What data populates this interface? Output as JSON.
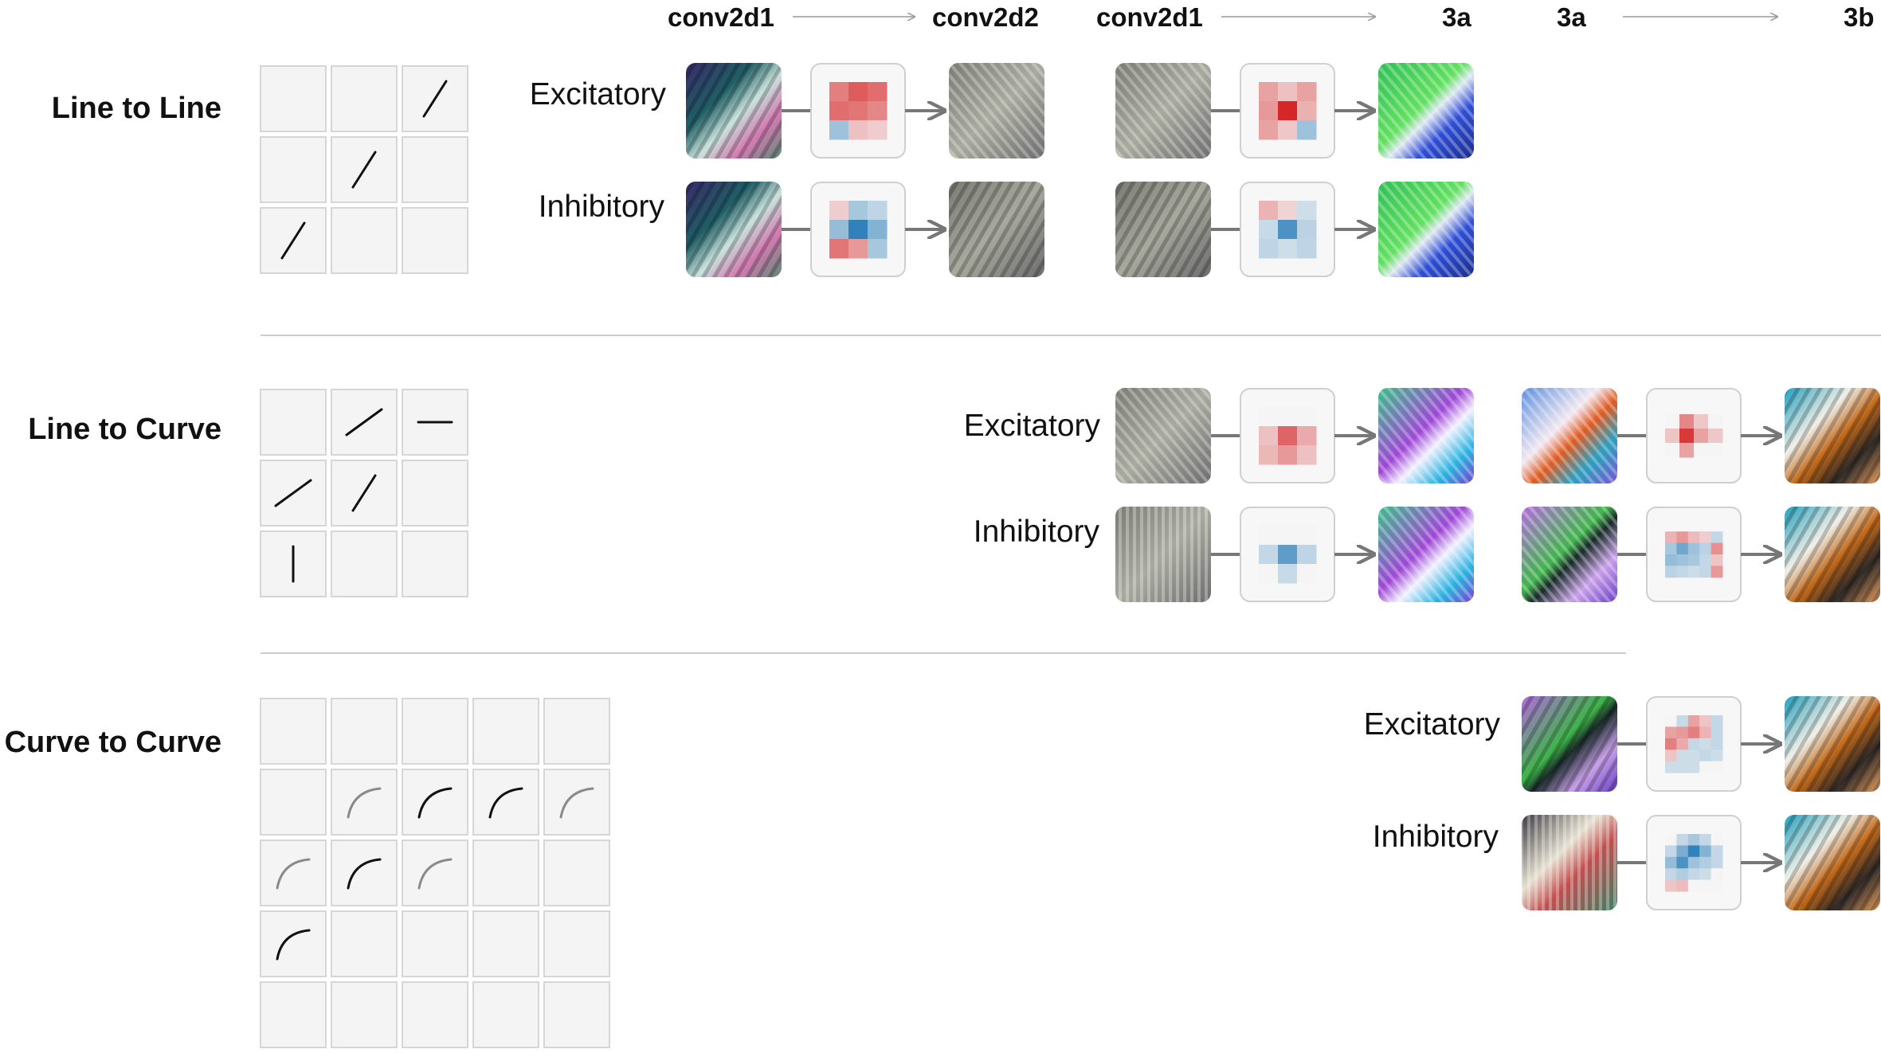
{
  "column_headers": [
    {
      "from": "conv2d1",
      "to": "conv2d2"
    },
    {
      "from": "conv2d1",
      "to": "3a"
    },
    {
      "from": "3a",
      "to": "3b"
    }
  ],
  "sections": [
    {
      "title": "Line to Line",
      "grid": {
        "rows": 3,
        "cols": 3,
        "cells": [
          {
            "r": 0,
            "c": 2,
            "kind": "line",
            "angle": "diag",
            "tone": "dark"
          },
          {
            "r": 1,
            "c": 1,
            "kind": "line",
            "angle": "diag",
            "tone": "dark"
          },
          {
            "r": 2,
            "c": 0,
            "kind": "line",
            "angle": "diag",
            "tone": "dark"
          }
        ]
      }
    },
    {
      "title": "Line to Curve",
      "grid": {
        "rows": 3,
        "cols": 3,
        "cells": [
          {
            "r": 0,
            "c": 1,
            "kind": "line",
            "angle": "diag-shallow",
            "tone": "dark"
          },
          {
            "r": 0,
            "c": 2,
            "kind": "line",
            "angle": "horizontal",
            "tone": "dark"
          },
          {
            "r": 1,
            "c": 0,
            "kind": "line",
            "angle": "diag-shallow",
            "tone": "dark"
          },
          {
            "r": 1,
            "c": 1,
            "kind": "line",
            "angle": "diag",
            "tone": "dark"
          },
          {
            "r": 2,
            "c": 0,
            "kind": "line",
            "angle": "vertical",
            "tone": "dark"
          }
        ]
      }
    },
    {
      "title": "Curve to Curve",
      "grid": {
        "rows": 5,
        "cols": 5,
        "cells": [
          {
            "r": 1,
            "c": 1,
            "kind": "curve",
            "tone": "light"
          },
          {
            "r": 1,
            "c": 2,
            "kind": "curve",
            "tone": "dark"
          },
          {
            "r": 1,
            "c": 3,
            "kind": "curve",
            "tone": "dark"
          },
          {
            "r": 1,
            "c": 4,
            "kind": "curve",
            "tone": "light"
          },
          {
            "r": 2,
            "c": 0,
            "kind": "curve",
            "tone": "light"
          },
          {
            "r": 2,
            "c": 1,
            "kind": "curve",
            "tone": "dark"
          },
          {
            "r": 2,
            "c": 2,
            "kind": "curve",
            "tone": "light"
          },
          {
            "r": 3,
            "c": 0,
            "kind": "curve",
            "tone": "dark"
          }
        ]
      }
    }
  ],
  "labels": {
    "excitatory": "Excitatory",
    "inhibitory": "Inhibitory"
  },
  "weight_kernels": {
    "k1e": [
      [
        0.5,
        0.7,
        0.6
      ],
      [
        0.6,
        0.55,
        0.45
      ],
      [
        -0.3,
        0.12,
        0.05
      ]
    ],
    "k1i": [
      [
        0.05,
        -0.25,
        -0.12
      ],
      [
        -0.35,
        -0.9,
        -0.45
      ],
      [
        0.55,
        0.35,
        -0.25
      ]
    ],
    "k2e": [
      [
        0.3,
        0.12,
        0.3
      ],
      [
        0.35,
        1.0,
        0.22
      ],
      [
        0.3,
        0.08,
        -0.3
      ]
    ],
    "k2i": [
      [
        0.2,
        0.02,
        -0.04
      ],
      [
        -0.08,
        -0.75,
        -0.15
      ],
      [
        -0.12,
        -0.04,
        -0.12
      ]
    ],
    "k3e": [
      [
        0,
        0,
        0
      ],
      [
        0.12,
        0.65,
        0.25
      ],
      [
        0.18,
        0.35,
        0.12
      ]
    ],
    "k3i": [
      [
        0,
        0,
        0
      ],
      [
        -0.1,
        -0.65,
        -0.12
      ],
      [
        0,
        -0.08,
        0
      ]
    ],
    "k4e": [
      [
        0,
        0.45,
        0.08,
        0
      ],
      [
        0.1,
        0.9,
        0.3,
        0.08
      ],
      [
        0,
        0.3,
        0,
        0
      ]
    ],
    "k4i": [
      [
        0.2,
        0.35,
        0.15,
        0.05,
        -0.1
      ],
      [
        -0.25,
        -0.55,
        -0.3,
        -0.15,
        0.4
      ],
      [
        -0.35,
        -0.3,
        -0.25,
        -0.1,
        0.1
      ],
      [
        -0.15,
        -0.1,
        -0.05,
        -0.1,
        0.35
      ]
    ],
    "k5e": [
      [
        0,
        -0.08,
        0.3,
        0.1,
        -0.1
      ],
      [
        0.3,
        0.35,
        0.5,
        0.2,
        -0.1
      ],
      [
        0.5,
        0.25,
        -0.1,
        -0.05,
        -0.1
      ],
      [
        0.1,
        -0.05,
        -0.05,
        -0.1,
        -0.05
      ],
      [
        -0.05,
        -0.05,
        -0.05,
        0,
        0
      ]
    ],
    "k5i": [
      [
        0,
        -0.1,
        -0.25,
        -0.1,
        0
      ],
      [
        -0.1,
        -0.5,
        -0.9,
        -0.45,
        -0.1
      ],
      [
        -0.35,
        -0.75,
        -0.3,
        -0.2,
        -0.1
      ],
      [
        -0.1,
        -0.2,
        -0.1,
        -0.05,
        0
      ],
      [
        0.1,
        0.15,
        0,
        0,
        0
      ]
    ]
  },
  "colors": {
    "positive": "#d62728",
    "negative": "#1f77b4",
    "arrow": "#777777",
    "cell_fill": "#f4f4f4",
    "cell_border": "#d6d6d6",
    "divider": "#cccccc"
  }
}
